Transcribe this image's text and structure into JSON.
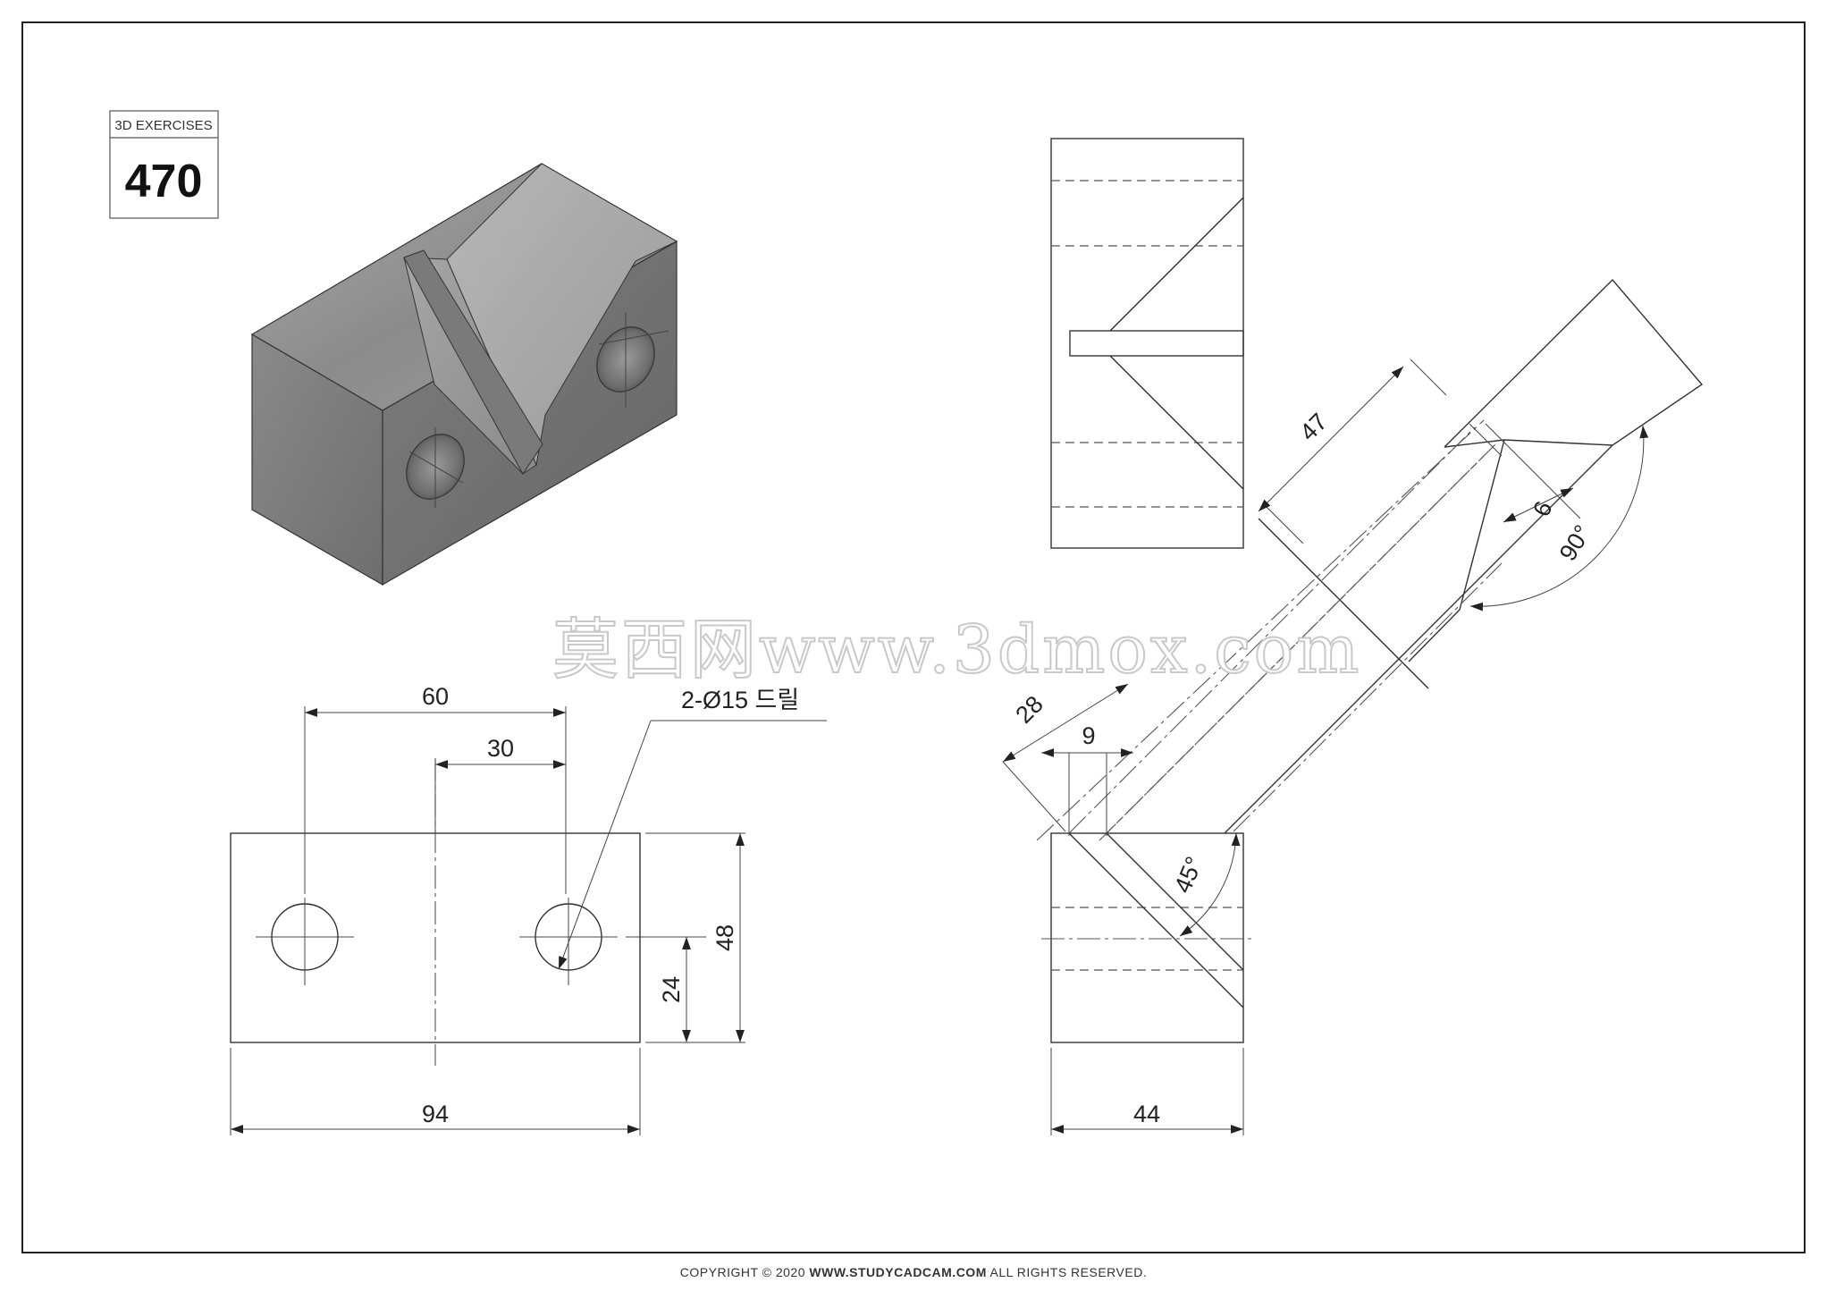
{
  "badge": {
    "label": "3D EXERCISES",
    "number": "470"
  },
  "dimensions": {
    "front_60": "60",
    "front_30": "30",
    "hole_note": "2-Ø15 드릴",
    "front_48": "48",
    "front_24": "24",
    "front_94": "94",
    "side_44": "44",
    "aux_47": "47",
    "aux_6": "6",
    "aux_90": "90°",
    "aux_28": "28",
    "aux_9": "9",
    "side_45": "45°"
  },
  "watermark": {
    "text": "莫西网www.3dmox.com"
  },
  "footer": {
    "prefix": "COPYRIGHT © 2020 ",
    "site": "WWW.STUDYCADCAM.COM",
    "suffix": " ALL RIGHTS RESERVED."
  }
}
